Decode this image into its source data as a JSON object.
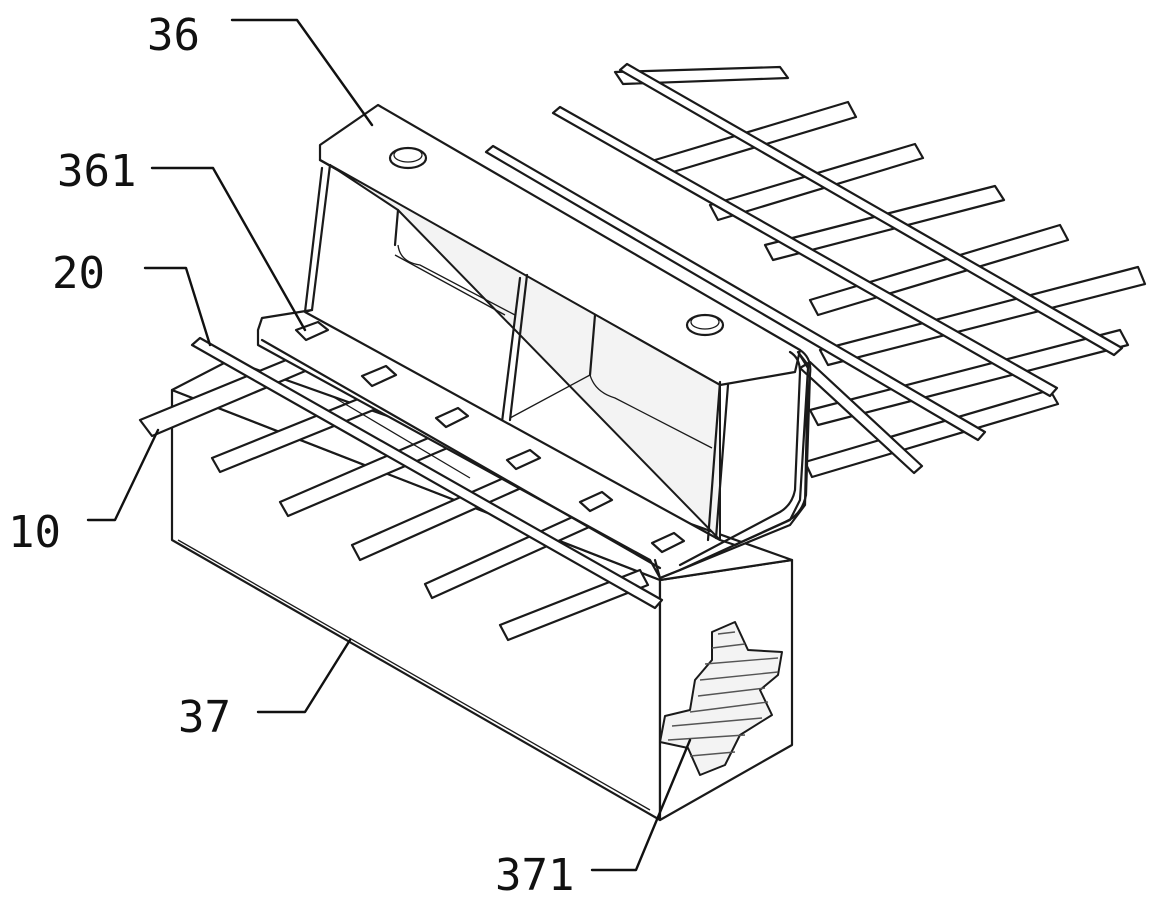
{
  "labels": {
    "l36": "36",
    "l361": "361",
    "l20": "20",
    "l10": "10",
    "l37": "37",
    "l371": "371"
  }
}
